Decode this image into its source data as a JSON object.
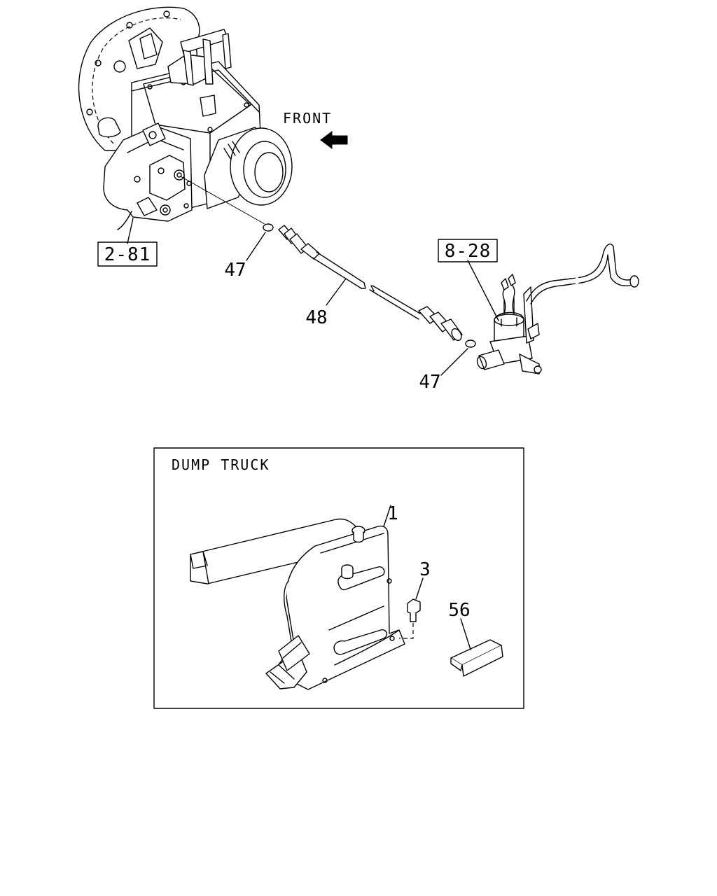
{
  "diagram": {
    "direction_label": "FRONT",
    "refs": {
      "transmission": "2-81",
      "valve_assembly": "8-28"
    },
    "parts": {
      "oring_top": "47",
      "hose": "48",
      "oring_bottom": "47"
    },
    "inset": {
      "title": "DUMP TRUCK",
      "parts": {
        "bracket": "1",
        "bolt": "3",
        "pad": "56"
      }
    }
  }
}
